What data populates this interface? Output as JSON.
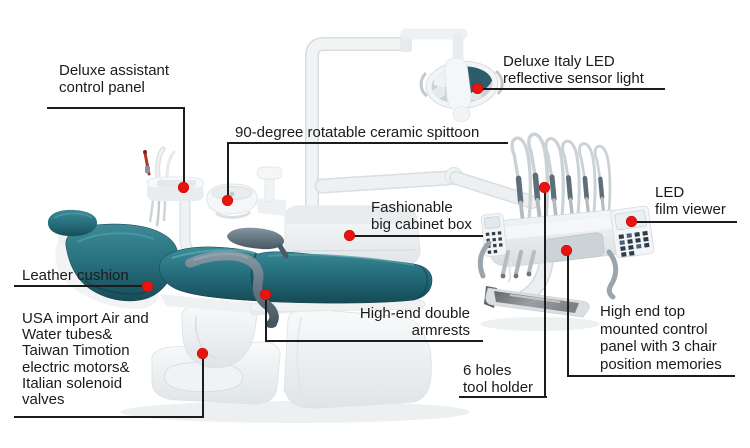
{
  "image_title": "Dental chair unit feature callout diagram",
  "colors": {
    "marker_red": "#e81410",
    "leader_line": "#1c1c1c",
    "text": "#1b1b1b",
    "cushion_teal": "#2a6f7d",
    "armrest_slate": "#5a6b77",
    "plastic_white": "#f2f5f6"
  },
  "labels": {
    "assistant": {
      "lines": [
        "Deluxe assistant",
        "control panel"
      ]
    },
    "spittoon": {
      "lines": [
        "90-degree rotatable ceramic spittoon"
      ]
    },
    "lamp": {
      "lines": [
        "Deluxe Italy LED",
        "reflective sensor light"
      ]
    },
    "cabinet": {
      "lines": [
        "Fashionable",
        "big cabinet box"
      ]
    },
    "film_viewer": {
      "lines": [
        "LED",
        "film viewer"
      ]
    },
    "cushion": {
      "lines": [
        "Leather cushion"
      ]
    },
    "materials": {
      "lines": [
        "USA import Air and",
        "Water tubes&",
        "Taiwan Timotion",
        "electric motors&",
        "Italian solenoid",
        "valves"
      ]
    },
    "armrests": {
      "lines": [
        "High-end double",
        "armrests"
      ]
    },
    "tool_holder": {
      "lines": [
        "6 holes",
        "tool holder"
      ]
    },
    "control_panel": {
      "lines": [
        "High end top",
        "mounted control",
        "panel with 3 chair",
        "position memories"
      ]
    }
  }
}
